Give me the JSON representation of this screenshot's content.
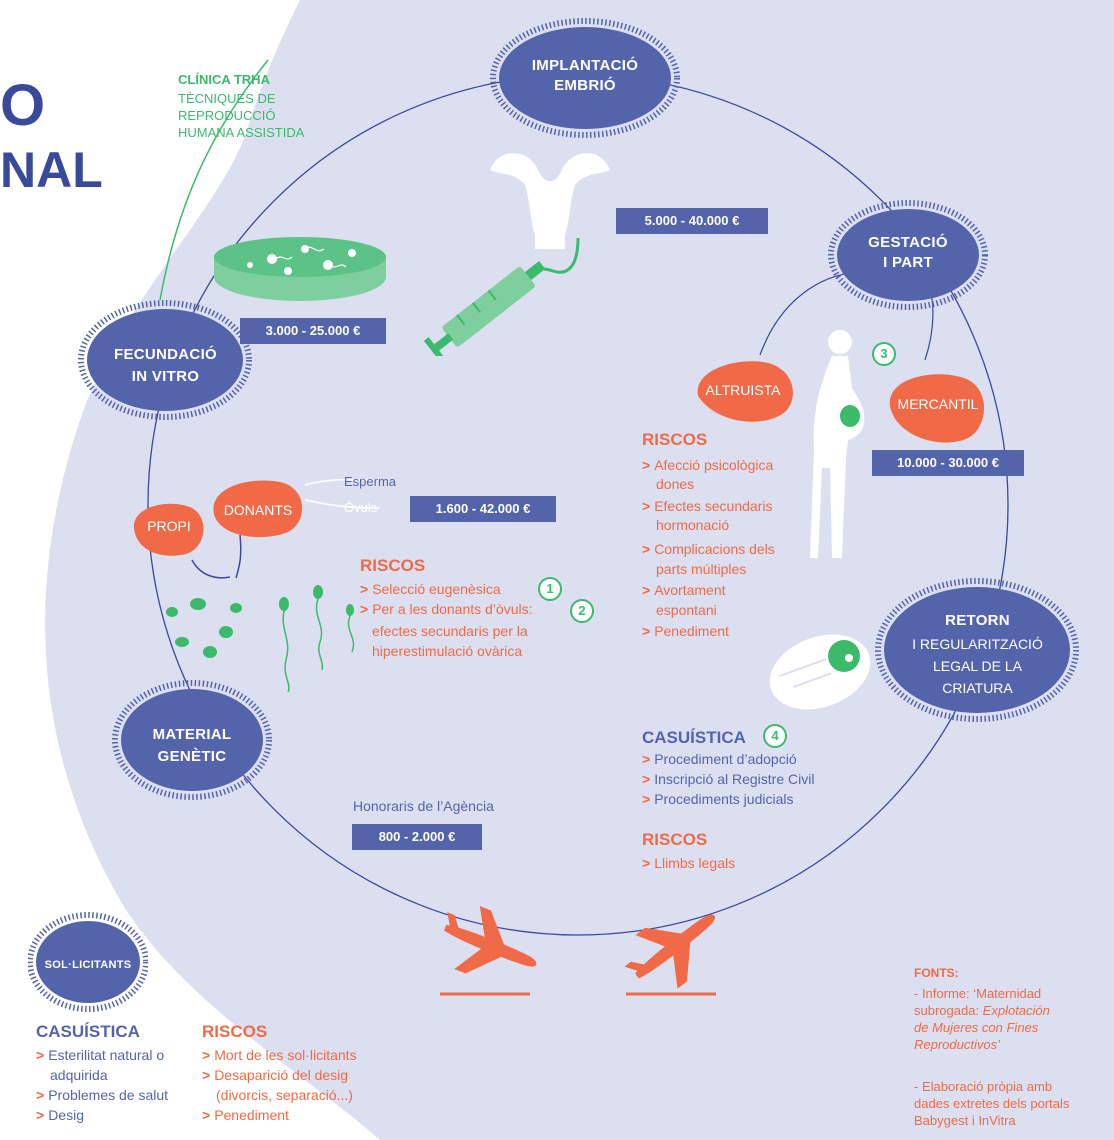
{
  "title": {
    "line1": "O",
    "line2": "NAL"
  },
  "clinic": {
    "title": "CLÍNICA TRHA",
    "lines": [
      "TÈCNIQUES DE",
      "REPRODUCCIÓ",
      "HUMANA ASSISTIDA"
    ]
  },
  "nodes": {
    "implantacio": [
      "IMPLANTACIÓ",
      "EMBRIÓ"
    ],
    "gestacio": [
      "GESTACIÓ",
      "I PART"
    ],
    "fecundacio": [
      "FECUNDACIÓ",
      "IN VITRO"
    ],
    "material": [
      "MATERIAL",
      "GENÈTIC"
    ],
    "retorn": {
      "title": "RETORN",
      "lines": [
        "I REGULARITZACIÓ",
        "LEGAL DE LA",
        "CRIATURA"
      ]
    },
    "sollicitants": "SOL·LICITANTS"
  },
  "prices": {
    "implantacio": "5.000 - 40.000 €",
    "fecundacio": "3.000 - 25.000 €",
    "gestacio": "10.000 - 30.000 €",
    "donants": "1.600 - 42.000 €",
    "agencia": "800 - 2.000 €"
  },
  "agencia_label": "Honoraris de l’Agència",
  "blobs": {
    "altruista": "ALTRUISTA",
    "mercantil": "MERCANTIL",
    "propi": "PROPI",
    "donants": "DONANTS"
  },
  "donor_types": {
    "esperma": "Esperma",
    "ovuls": "Òvuls"
  },
  "numbers": [
    "1",
    "2",
    "3",
    "4"
  ],
  "riscos_gestacio": {
    "title": "RISCOS",
    "items": [
      "Afecció psicològica",
      "dones",
      "Efectes secundaris",
      "hormonació",
      "Complicacions dels",
      "parts múltiples",
      "Avortament",
      "espontani",
      "Penediment"
    ]
  },
  "riscos_material": {
    "title": "RISCOS",
    "items": [
      "Selecció eugenèsica",
      "Per a les donants d’òvuls:",
      "efectes secundaris per la",
      "hiperestimulació ovàrica"
    ]
  },
  "casuistica_retorn": {
    "title": "CASUÍSTICA",
    "items": [
      "Procediment d’adopció",
      "Inscripció al Registre Civil",
      "Procediments judicials"
    ]
  },
  "riscos_retorn": {
    "title": "RISCOS",
    "items": [
      "Llimbs legals"
    ]
  },
  "casuistica_sollicitants": {
    "title": "CASUÍSTICA",
    "items": [
      "Esterilitat natural o",
      "adquirida",
      "Problemes de salut",
      "Desig"
    ]
  },
  "riscos_sollicitants": {
    "title": "RISCOS",
    "items": [
      "Mort de les sol·licitants",
      "Desaparició del desig",
      "(divorcis, separació...)",
      "Penediment"
    ]
  },
  "fonts": {
    "title": "FONTS:",
    "line1": "- Informe: ‘Maternidad",
    "line2": "subrogada: ",
    "line2_italic": "Explotación",
    "line3": "de Mujeres con Fines",
    "line4": "Reproductivos’",
    "line5": "- Elaboració pròpia amb",
    "line6": "dades extretes dels portals",
    "line7": "Babygest i InVitra"
  },
  "colors": {
    "navy": "#5464ab",
    "coral": "#f06a47",
    "green": "#3bba6c",
    "lavender": "#dcdff0",
    "ink": "#3a4a9a"
  },
  "icons": [
    "uterus-icon",
    "syringe-icon",
    "petri-dish-icon",
    "pregnant-woman-icon",
    "baby-icon",
    "airplane-takeoff-icon",
    "airplane-landing-icon",
    "sperm-icon",
    "ovum-icon"
  ]
}
